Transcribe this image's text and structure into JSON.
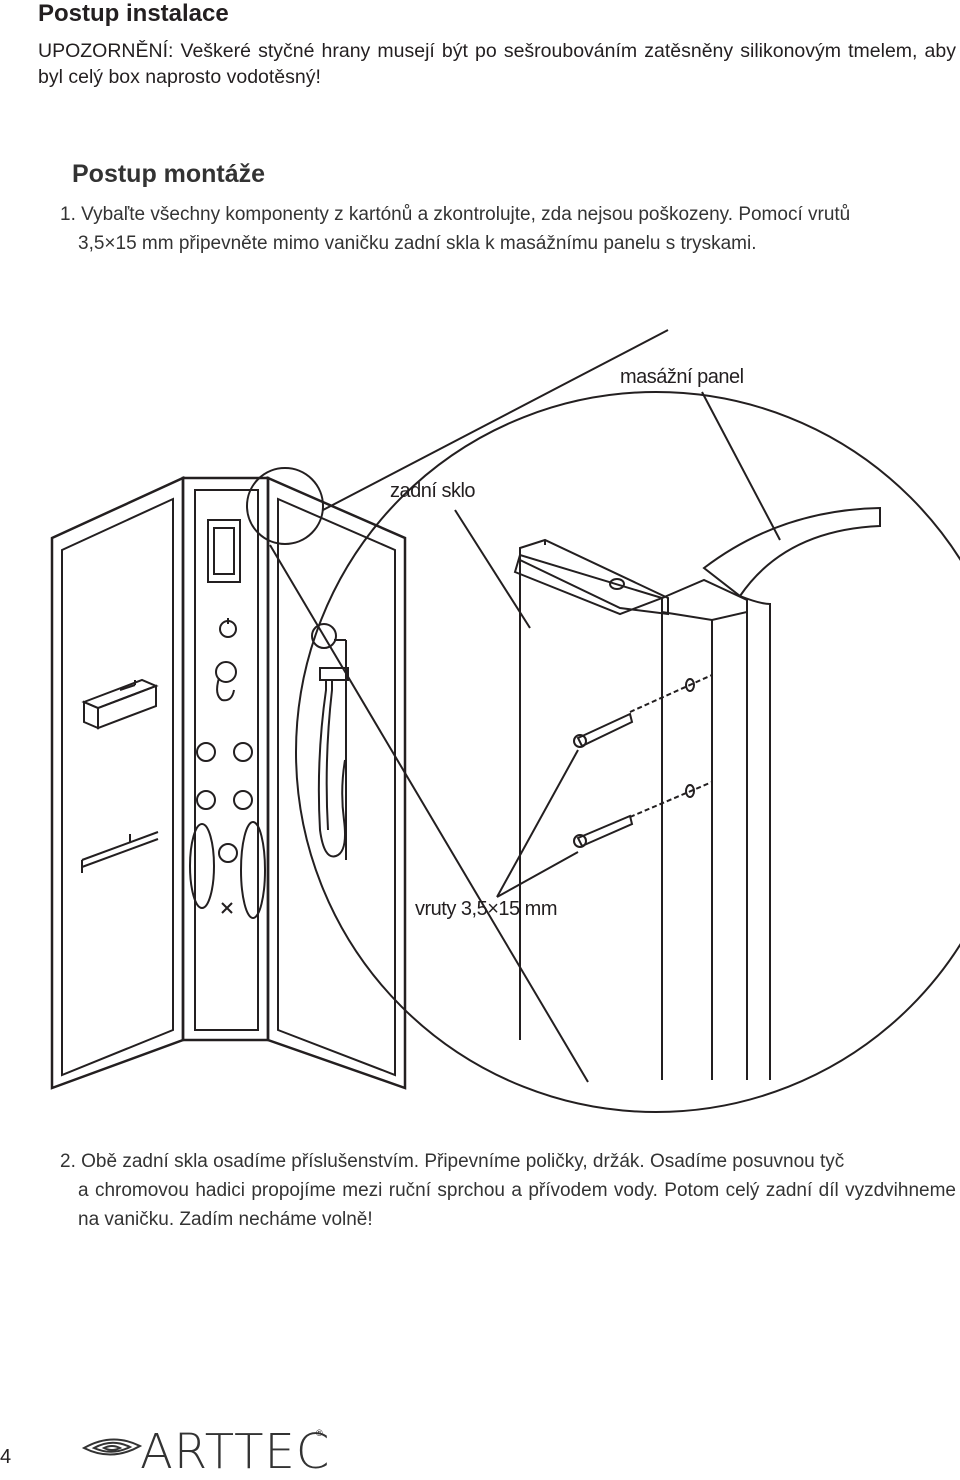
{
  "heading": "Postup instalace",
  "warning": "UPOZORNĚNÍ: Veškeré styčné hrany musejí být po sešroubováním zatěsněny silikonovým tmelem, aby byl celý box naprosto vodotěsný!",
  "subheading": "Postup montáže",
  "step1": {
    "line1": "1. Vybaľte všechny komponenty z kartónů a zkontrolujte, zda nejsou poškozeny. Pomocí vrutů",
    "line2": "3,5×15 mm připevněte mimo vaničku zadní skla k masážnímu panelu s tryskami."
  },
  "diagram_labels": {
    "panel": "masážní panel",
    "glass": "zadní sklo",
    "screws": "vruty 3,5×15 mm"
  },
  "step2": {
    "line1": "2. Obě zadní skla osadíme příslušenstvím. Připevníme poličky, držák. Osadíme posuvnou tyč",
    "rest": "a chromovou hadici propojíme mezi ruční sprchou a přívodem vody. Potom celý zadní díl vyzdvihneme na vaničku. Zadím necháme volně!"
  },
  "footer": {
    "page_number": "4",
    "brand": "ARTTEC",
    "registered": "®"
  }
}
